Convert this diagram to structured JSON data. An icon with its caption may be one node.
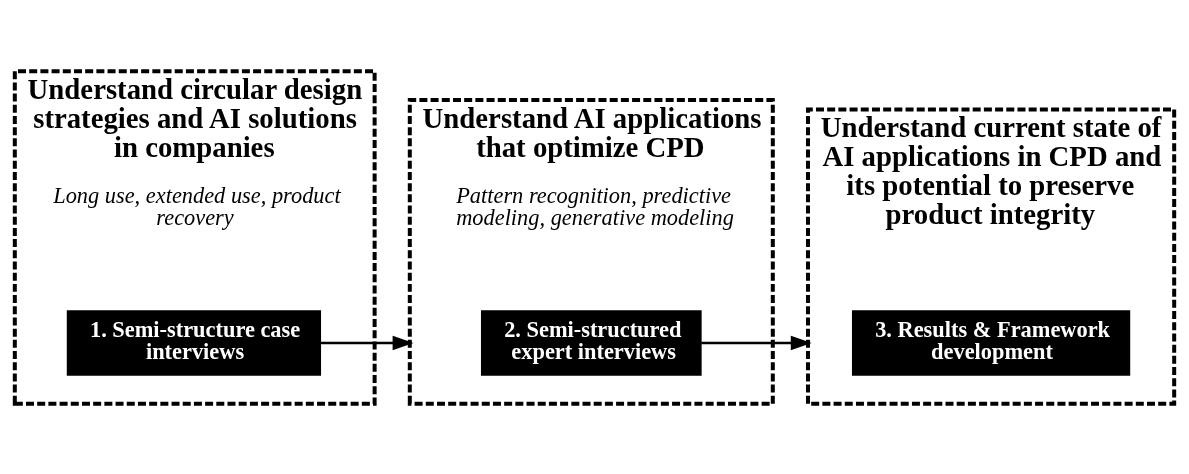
{
  "diagram": {
    "nodes": [
      {
        "text": [
          "Understand circular design strategies and AI solutions in companies",
          "Long use, extended use, product recovery"
        ]
      },
      {
        "text": [
          "1. Semi-structure case interviews"
        ],
        "in": 0
      },
      {
        "text": [
          "Understand AI applications that optimize CPD",
          "Pattern recognition, predictive modeling, generative modeling"
        ]
      },
      {
        "text": [
          "2. Semi-structured expert interviews"
        ],
        "in": 2
      },
      {
        "text": [
          "Understand current state of AI applications in CPD and its potential to preserve product integrity"
        ]
      },
      {
        "text": [
          "3. Results & Framework development"
        ],
        "in": 4
      }
    ],
    "edges": [
      {
        "from": 1,
        "to": 2,
        "arrow": "to"
      },
      {
        "from": 3,
        "to": 4,
        "arrow": "to"
      }
    ]
  }
}
